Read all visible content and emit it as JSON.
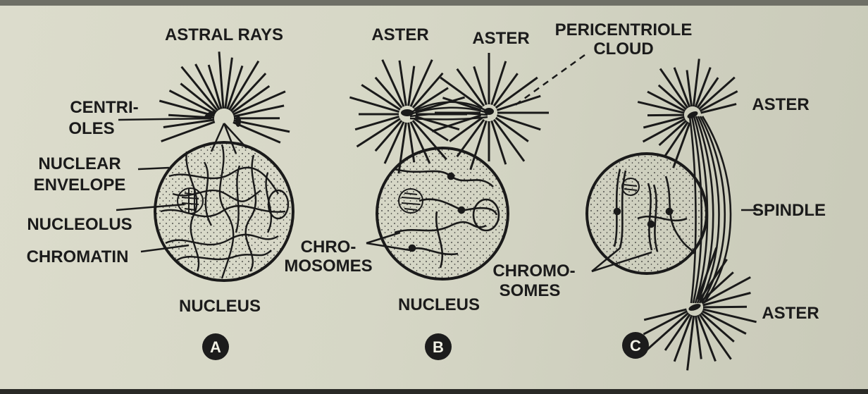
{
  "diagram": {
    "panels": [
      {
        "id": "A",
        "badge": "A",
        "caption": "NUCLEUS",
        "labels": {
          "astral_rays": "ASTRAL RAYS",
          "centrioles_1": "CENTRI-",
          "centrioles_2": "OLES",
          "nuclear_envelope_1": "NUCLEAR",
          "nuclear_envelope_2": "ENVELOPE",
          "nucleolus": "NUCLEOLUS",
          "chromatin": "CHROMATIN"
        }
      },
      {
        "id": "B",
        "badge": "B",
        "caption": "NUCLEUS",
        "labels": {
          "aster_left": "ASTER",
          "aster_right": "ASTER",
          "pericentriole_1": "PERICENTRIOLE",
          "pericentriole_2": "CLOUD",
          "chromosomes_1": "CHRO-",
          "chromosomes_2": "MOSOMES"
        }
      },
      {
        "id": "C",
        "badge": "C",
        "labels": {
          "aster_top": "ASTER",
          "spindle": "SPINDLE",
          "chromosomes_1": "CHROMO-",
          "chromosomes_2": "SOMES",
          "aster_bottom": "ASTER"
        }
      }
    ]
  }
}
